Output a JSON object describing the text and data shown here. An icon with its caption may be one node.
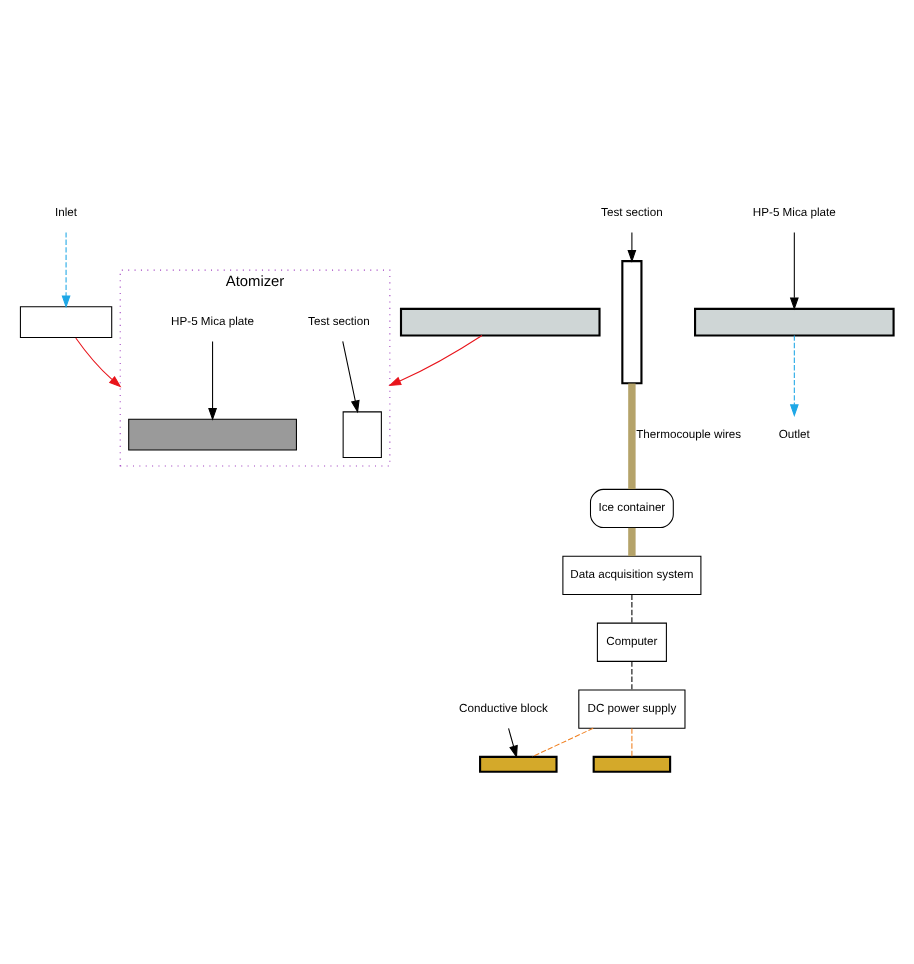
{
  "diagram": {
    "nodes": [
      {
        "text": [
          "Inlet"
        ]
      },
      {
        "text": [],
        "shape": "box"
      },
      {
        "text": [],
        "shape": "bar"
      },
      {
        "text": [],
        "shape": "bar"
      },
      {
        "text": [
          "Conductive block"
        ]
      },
      {
        "text": [],
        "shape": "bar"
      },
      {
        "text": [
          "Test section"
        ]
      },
      {
        "text": [],
        "shape": "bar"
      },
      {
        "text": [],
        "shape": "bar"
      },
      {
        "text": [
          "HP-5 Mica plate"
        ]
      },
      {
        "text": [
          "Outlet"
        ]
      },
      {
        "text": [
          "Atomizer"
        ]
      },
      {
        "text": [],
        "shape": "box",
        "in": 11
      },
      {
        "text": [
          "HP-5 Mica plate"
        ],
        "in": 11
      },
      {
        "text": [],
        "shape": "box",
        "in": 11
      },
      {
        "text": [
          "Test section"
        ],
        "in": 11
      },
      {
        "text": [
          "Ice container"
        ]
      },
      {
        "text": [
          "Data acquisition system"
        ]
      },
      {
        "text": [
          "Computer"
        ]
      },
      {
        "text": [
          "DC power supply"
        ]
      }
    ],
    "edges": [
      {
        "from": 0,
        "to": 1,
        "arrow": "to",
        "style": "dashed",
        "color": "#1ea7e6"
      },
      {
        "from": 8,
        "to": 10,
        "arrow": "to",
        "style": "dashed",
        "color": "#1ea7e6"
      },
      {
        "from": 1,
        "to": 11,
        "arrow": "to",
        "color": "#e8141b"
      },
      {
        "from": 2,
        "to": 11,
        "arrow": "to",
        "color": "#e8141b"
      },
      {
        "from": 4,
        "to": 3,
        "arrow": "to"
      },
      {
        "from": 6,
        "to": 5,
        "arrow": "to"
      },
      {
        "from": 9,
        "to": 8,
        "arrow": "to"
      },
      {
        "from": 13,
        "to": 12,
        "arrow": "to"
      },
      {
        "from": 15,
        "to": 14,
        "arrow": "to"
      },
      {
        "from": 5,
        "to": 16,
        "label": "Thermocouple wires",
        "arrow": "none",
        "style": "thick",
        "color": "#b5a36a"
      },
      {
        "from": 16,
        "to": 17,
        "arrow": "none",
        "style": "thick",
        "color": "#b5a36a"
      },
      {
        "from": 17,
        "to": 18,
        "arrow": "none",
        "style": "dashed"
      },
      {
        "from": 18,
        "to": 19,
        "arrow": "none",
        "style": "dashed"
      },
      {
        "from": 19,
        "to": 3,
        "arrow": "none",
        "style": "dashed",
        "color": "#f07f1e"
      },
      {
        "from": 19,
        "to": 7,
        "arrow": "none",
        "style": "dashed",
        "color": "#f07f1e"
      }
    ]
  }
}
